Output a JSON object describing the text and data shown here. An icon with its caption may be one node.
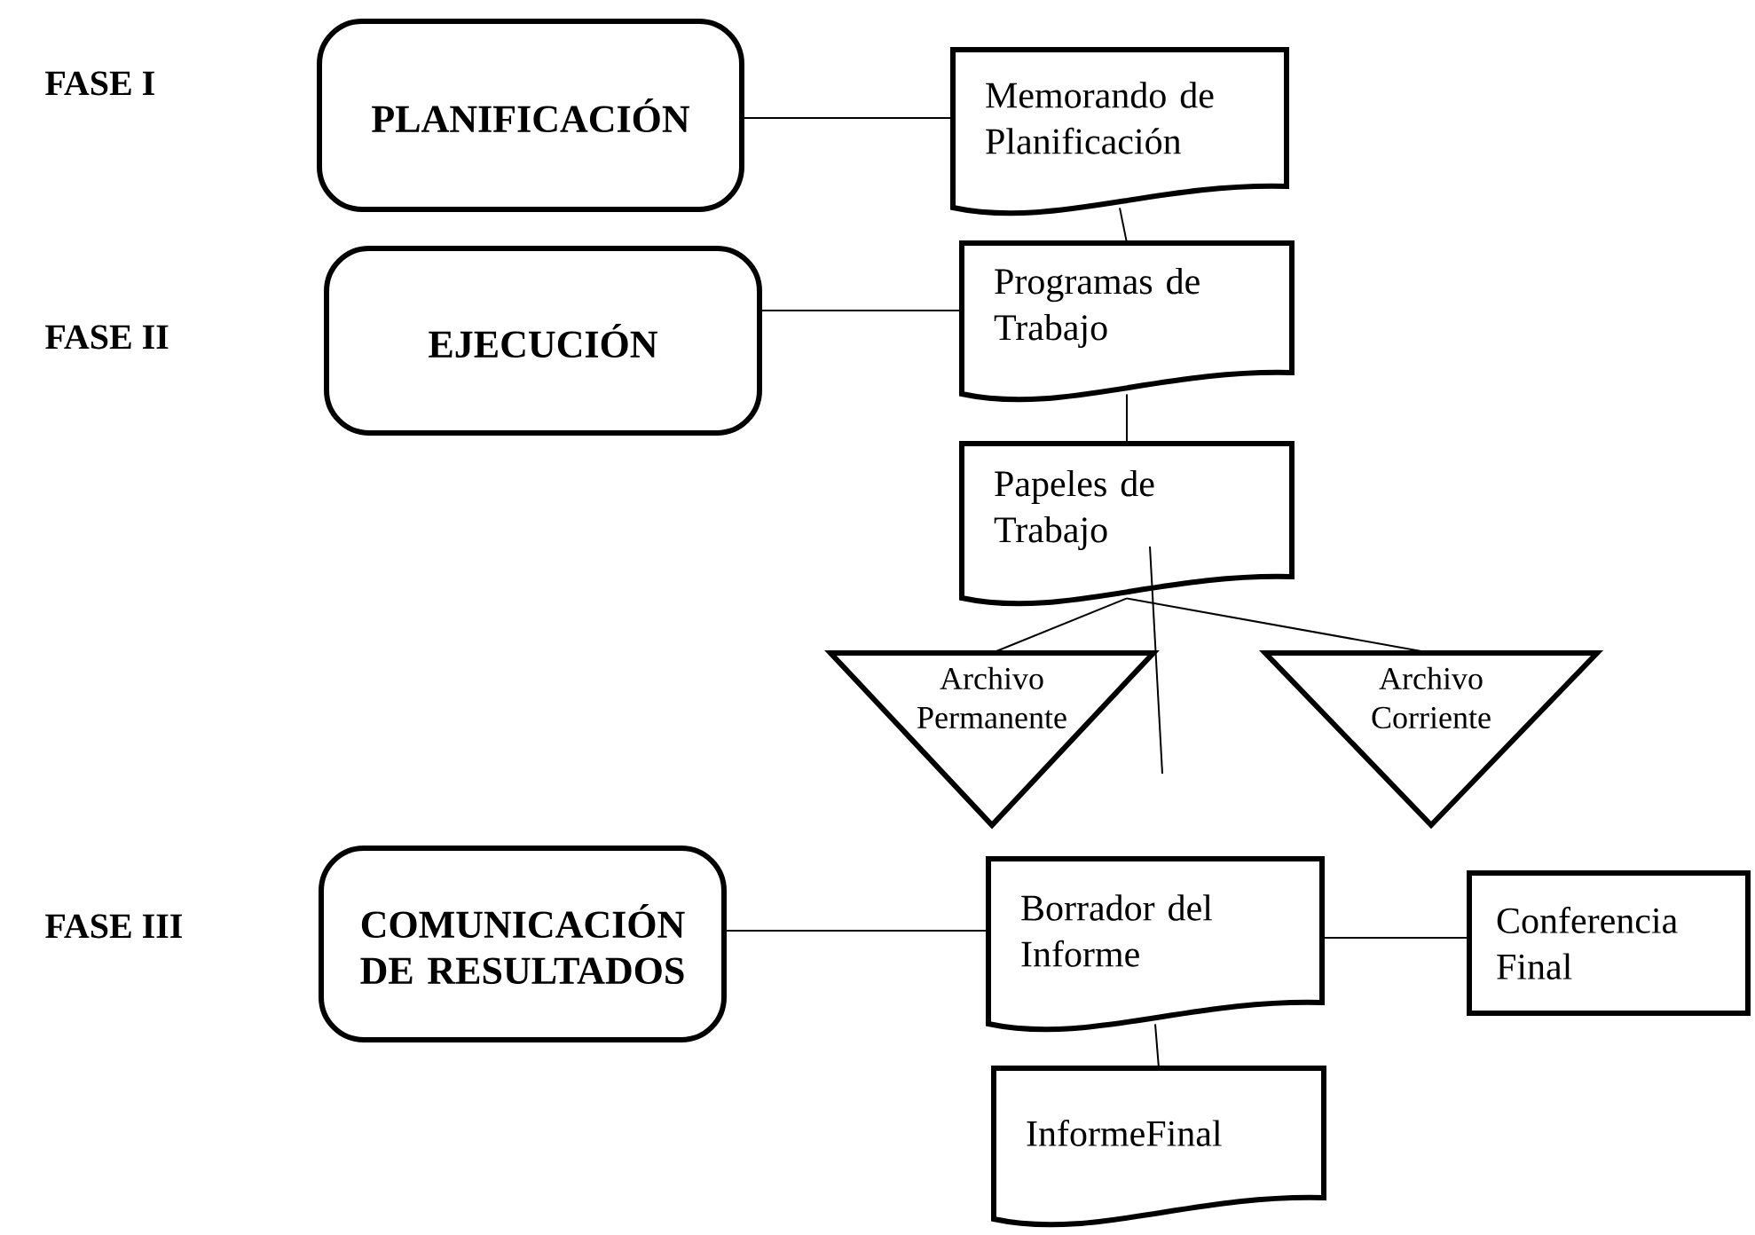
{
  "diagram": {
    "nodes": [
      {
        "text": [
          "PLANIFICACIÓN"
        ]
      },
      {
        "text": [
          "Memorando de Planificación"
        ]
      },
      {
        "text": [
          "EJECUCIÓN"
        ]
      },
      {
        "text": [
          "Programas de Trabajo"
        ]
      },
      {
        "text": [
          "Papeles de Trabajo"
        ]
      },
      {
        "text": [
          "Archivo Permanente"
        ]
      },
      {
        "text": [
          "Archivo Corriente"
        ]
      },
      {
        "text": [
          "COMUNICACIÓN DE RESULTADOS"
        ]
      },
      {
        "text": [
          "Borrador del Informe"
        ]
      },
      {
        "text": [
          "Conferencia Final"
        ]
      },
      {
        "text": [
          "InformeFinal"
        ]
      }
    ],
    "edges": [
      {
        "from": 0,
        "to": 1,
        "arrow": "none"
      },
      {
        "from": 1,
        "to": 3,
        "arrow": "none"
      },
      {
        "from": 2,
        "to": 3,
        "arrow": "none"
      },
      {
        "from": 3,
        "to": 4,
        "arrow": "none"
      },
      {
        "from": 4,
        "to": 5,
        "arrow": "none"
      },
      {
        "from": 4,
        "to": 6,
        "arrow": "none"
      },
      {
        "from": 7,
        "to": 8,
        "arrow": "none"
      },
      {
        "from": 8,
        "to": 9,
        "arrow": "none"
      },
      {
        "from": 8,
        "to": 10,
        "arrow": "none"
      }
    ],
    "labels": [
      "FASE I",
      "FASE II",
      "FASE III"
    ]
  }
}
